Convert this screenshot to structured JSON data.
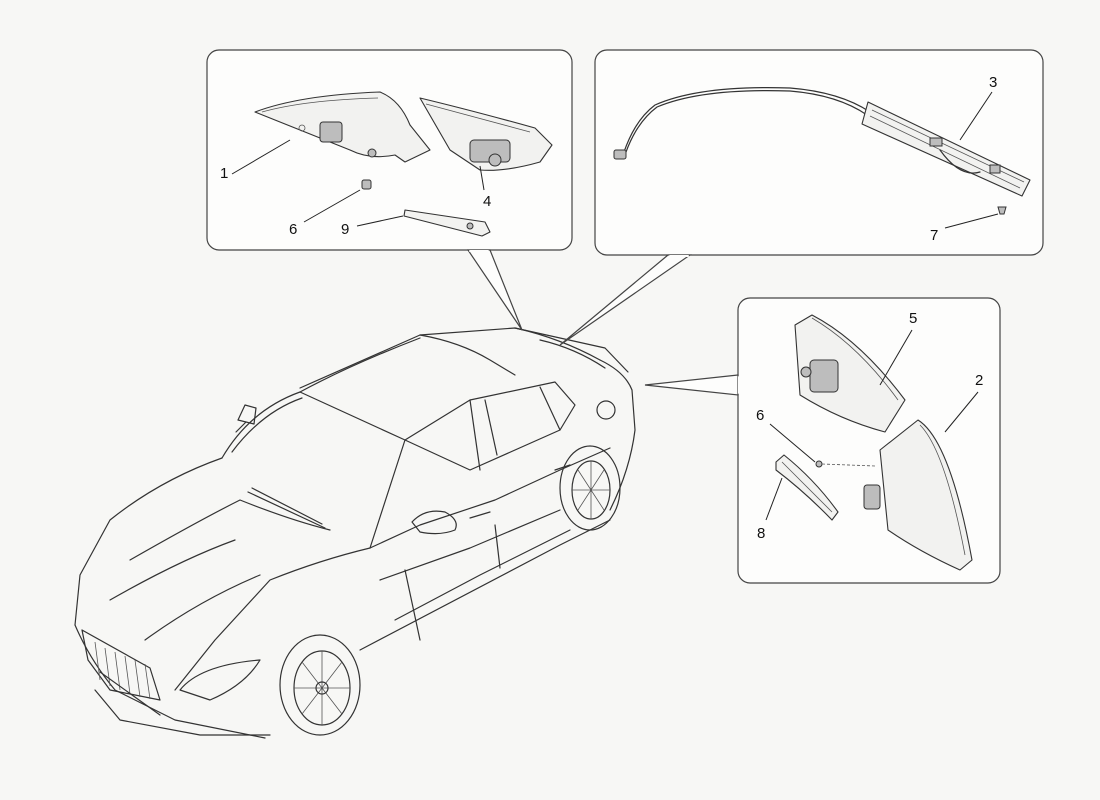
{
  "diagram": {
    "callouts": {
      "p1": "1",
      "p2": "2",
      "p3": "3",
      "p4": "4",
      "p5": "5",
      "p6a": "6",
      "p6b": "6",
      "p7": "7",
      "p8": "8",
      "p9": "9"
    },
    "line_color": "#333333",
    "background_color": "#f7f7f5"
  }
}
